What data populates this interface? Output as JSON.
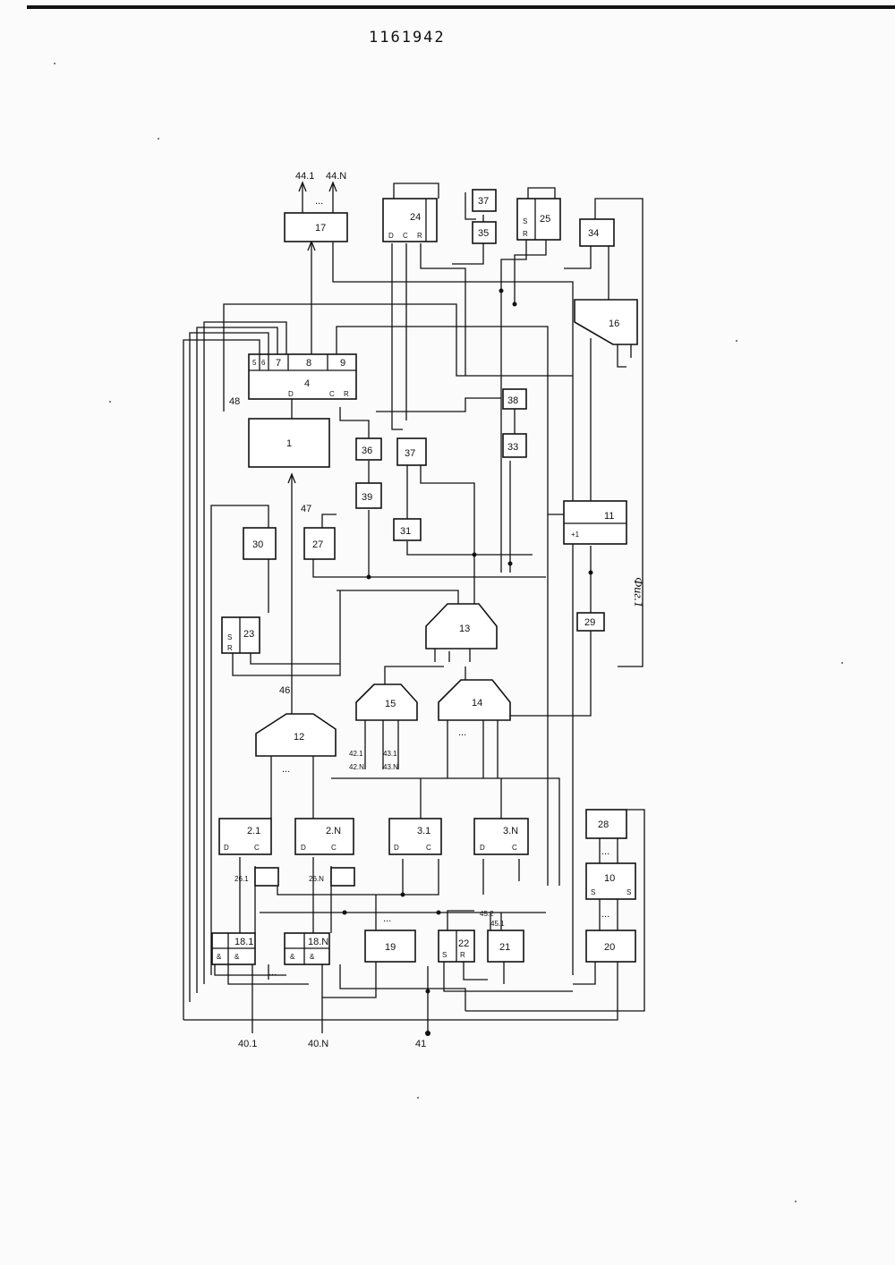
{
  "document": {
    "patent_number": "1161942",
    "figure_caption": "Фиг.1"
  },
  "blocks": [
    {
      "id": "1",
      "label": "1"
    },
    {
      "id": "4",
      "label": "4",
      "pins": [
        "5",
        "6",
        "7",
        "8",
        "9",
        "D",
        "C",
        "R"
      ]
    },
    {
      "id": "17",
      "label": "17"
    },
    {
      "id": "24",
      "label": "24",
      "pins": [
        "D",
        "C",
        "R"
      ]
    },
    {
      "id": "35",
      "label": "35"
    },
    {
      "id": "37t",
      "label": "37"
    },
    {
      "id": "25",
      "label": "25",
      "pins": [
        "S",
        "R"
      ]
    },
    {
      "id": "34",
      "label": "34"
    },
    {
      "id": "16",
      "label": "16"
    },
    {
      "id": "38",
      "label": "38"
    },
    {
      "id": "33",
      "label": "33"
    },
    {
      "id": "36",
      "label": "36"
    },
    {
      "id": "37m",
      "label": "37"
    },
    {
      "id": "39",
      "label": "39"
    },
    {
      "id": "31",
      "label": "31"
    },
    {
      "id": "11",
      "label": "11",
      "pins": [
        "+1"
      ]
    },
    {
      "id": "30",
      "label": "30"
    },
    {
      "id": "27",
      "label": "27"
    },
    {
      "id": "23",
      "label": "23",
      "pins": [
        "S",
        "R"
      ]
    },
    {
      "id": "29",
      "label": "29"
    },
    {
      "id": "13",
      "label": "13"
    },
    {
      "id": "15",
      "label": "15"
    },
    {
      "id": "14",
      "label": "14"
    },
    {
      "id": "12",
      "label": "12"
    },
    {
      "id": "2.1",
      "label": "2.1",
      "pins": [
        "D",
        "C"
      ]
    },
    {
      "id": "2.N",
      "label": "2.N",
      "pins": [
        "D",
        "C"
      ]
    },
    {
      "id": "3.1",
      "label": "3.1",
      "pins": [
        "D",
        "C"
      ]
    },
    {
      "id": "3.N",
      "label": "3.N",
      "pins": [
        "D",
        "C"
      ]
    },
    {
      "id": "28",
      "label": "28"
    },
    {
      "id": "10",
      "label": "10",
      "pins": [
        "S",
        "S"
      ]
    },
    {
      "id": "20",
      "label": "20"
    },
    {
      "id": "19",
      "label": "19"
    },
    {
      "id": "22",
      "label": "22",
      "pins": [
        "S",
        "R"
      ]
    },
    {
      "id": "21",
      "label": "21"
    },
    {
      "id": "18.1",
      "label": "18.1",
      "pins": [
        "&",
        "&"
      ]
    },
    {
      "id": "18.N",
      "label": "18.N",
      "pins": [
        "&",
        "&"
      ]
    }
  ],
  "signal_labels": {
    "out_44_1": "44.1",
    "out_44_N": "44.N",
    "line_46": "46",
    "line_47": "47",
    "line_48": "48",
    "in_40_1": "40.1",
    "in_40_N": "40.N",
    "in_41": "41",
    "in_42_1": "42.1",
    "in_42_N": "42.N",
    "in_43_1": "43.1",
    "in_43_N": "43.N",
    "in_45_1": "45.1",
    "in_45_2": "45.2",
    "gate_26_1": "26.1",
    "gate_26_N": "26.N",
    "ellipsis": "..."
  }
}
